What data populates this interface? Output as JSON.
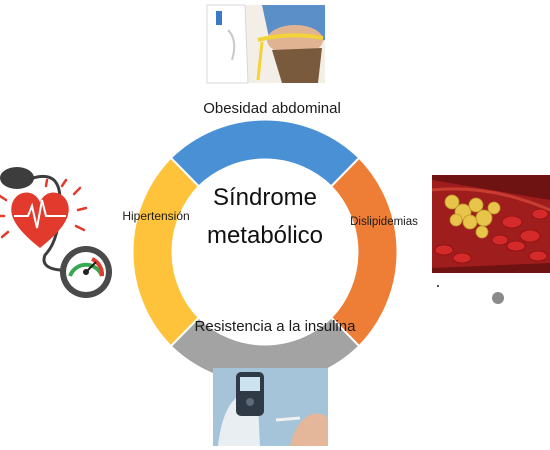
{
  "diagram": {
    "center": {
      "line1": "Síndrome",
      "line2": "metabólico"
    },
    "segments": [
      {
        "id": "obesidad",
        "label": "Obesidad abdominal",
        "color": "#4a90d4"
      },
      {
        "id": "dislipidemias",
        "label": "Dislipidemias",
        "color": "#ee7d35"
      },
      {
        "id": "insulina",
        "label": "Resistencia a la insulina",
        "color": "#a3a3a3"
      },
      {
        "id": "hipertension",
        "label": "Hipertensión",
        "color": "#fec33a"
      }
    ],
    "images": [
      {
        "id": "waist",
        "icon": "waist-measurement-photo"
      },
      {
        "id": "blood-pressure",
        "icon": "heart-blood-pressure-icon"
      },
      {
        "id": "blood-vessel",
        "icon": "blood-vessel-cholesterol-photo"
      },
      {
        "id": "glucometer",
        "icon": "glucometer-photo"
      }
    ]
  }
}
